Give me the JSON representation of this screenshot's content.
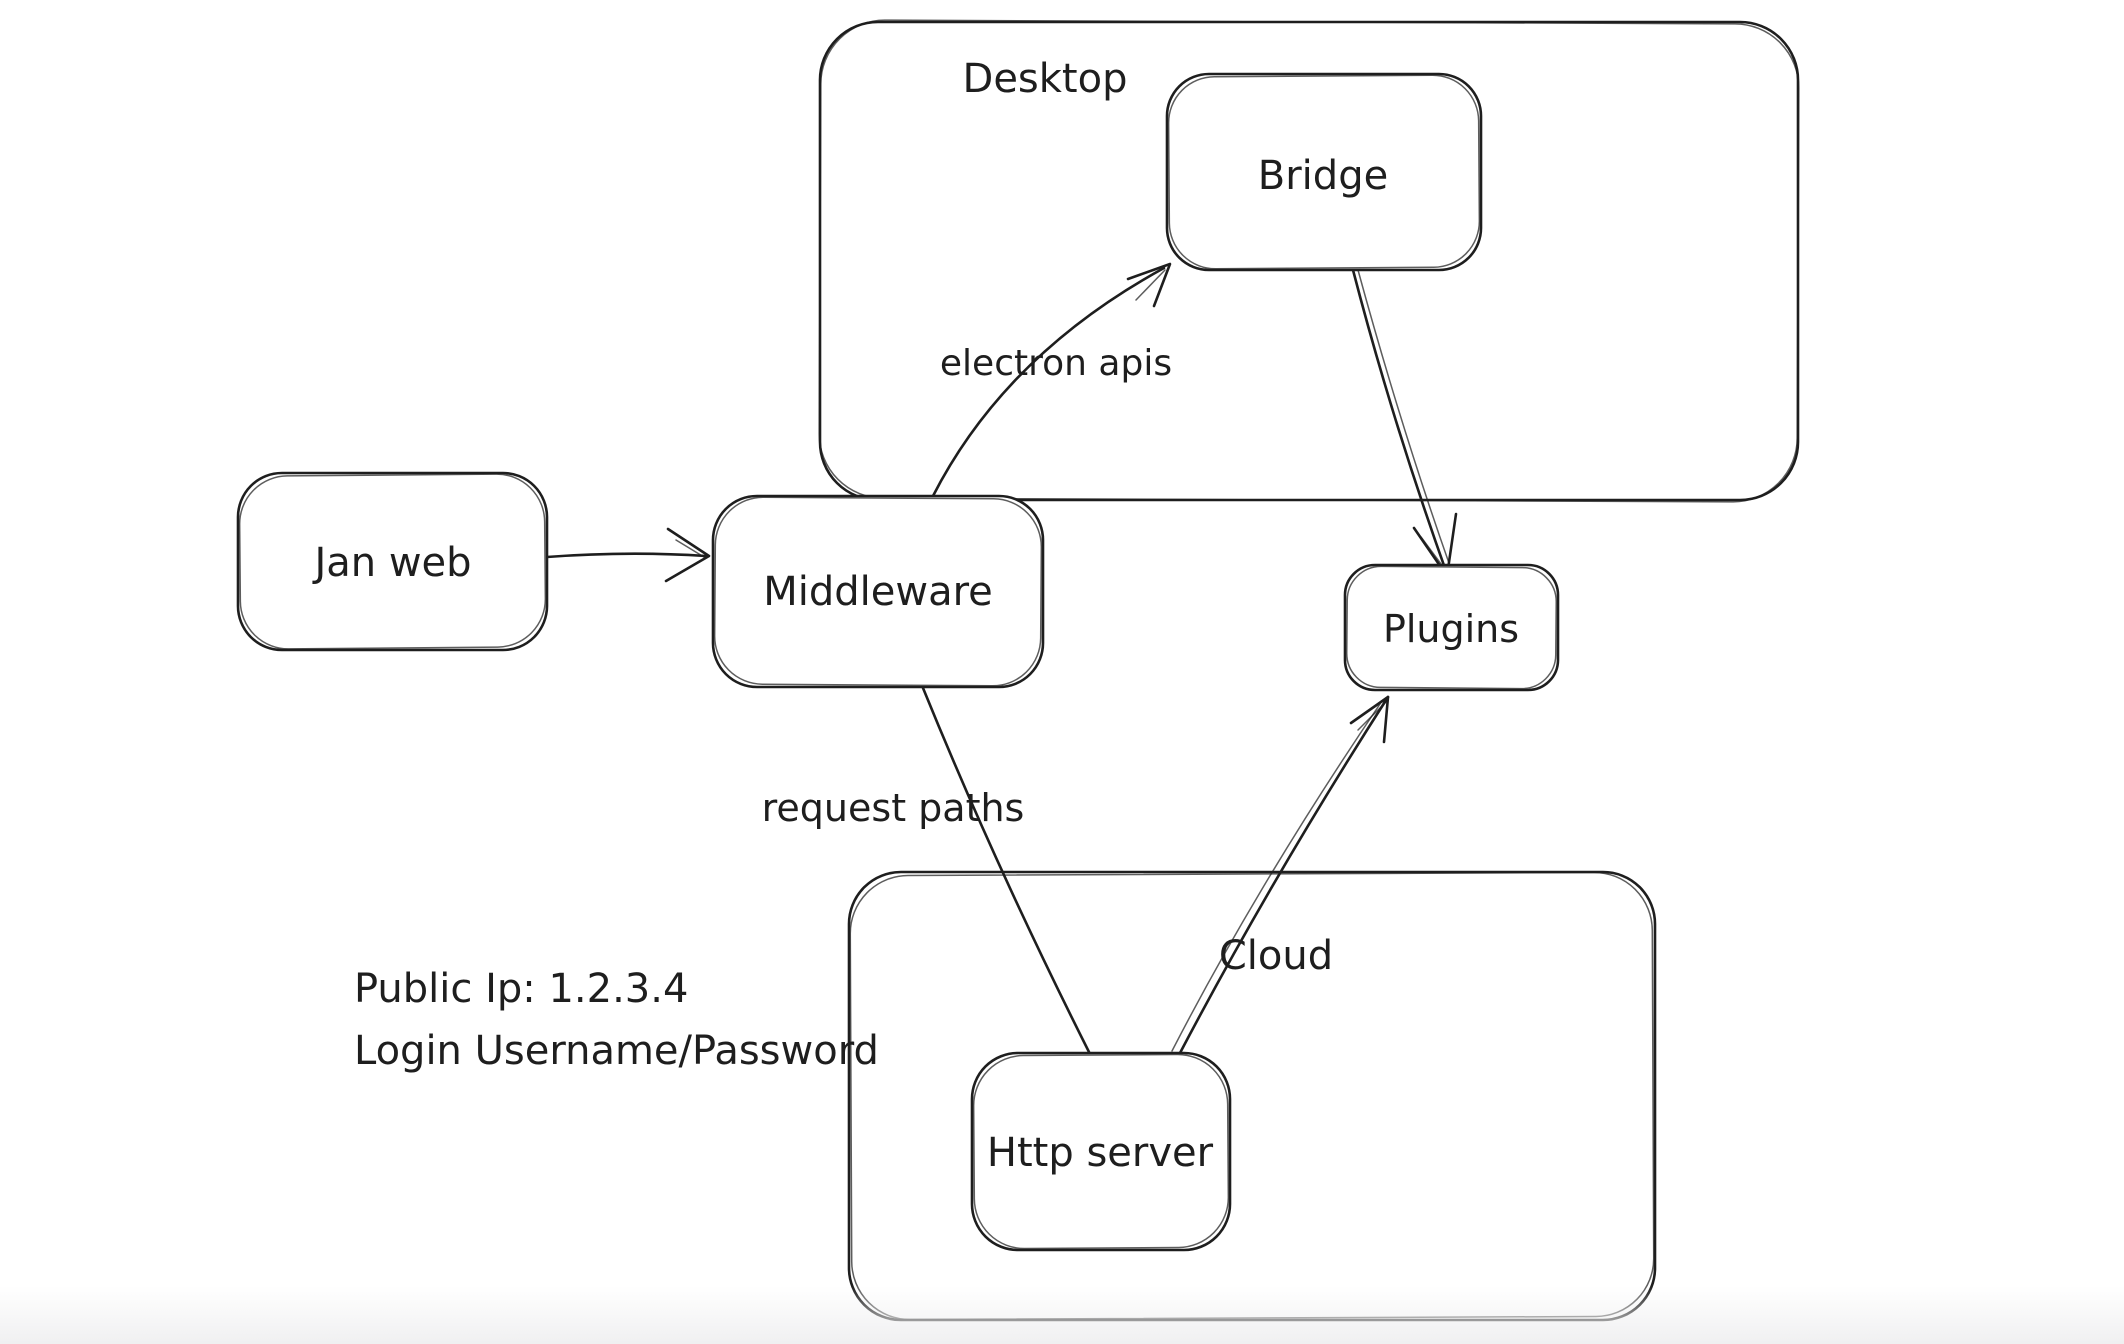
{
  "colors": {
    "stroke": "#1e1e1e",
    "text": "#1e1e1e",
    "background": "#ffffff",
    "bottom_fade": "#f0f0f1"
  },
  "containers": {
    "desktop": {
      "label": "Desktop"
    },
    "cloud": {
      "label": "Cloud"
    }
  },
  "nodes": {
    "jan_web": {
      "label": "Jan web"
    },
    "middleware": {
      "label": "Middleware"
    },
    "bridge": {
      "label": "Bridge"
    },
    "plugins": {
      "label": "Plugins"
    },
    "http_server": {
      "label": "Http server"
    }
  },
  "edges": {
    "jan_web_to_middleware": {
      "label": ""
    },
    "middleware_to_bridge": {
      "label": "electron apis"
    },
    "bridge_to_plugins": {
      "label": ""
    },
    "middleware_to_http_server": {
      "label": "request paths"
    },
    "http_server_to_plugins": {
      "label": ""
    }
  },
  "notes": {
    "public_ip": "Public Ip: 1.2.3.4",
    "login": "Login Username/Password"
  }
}
